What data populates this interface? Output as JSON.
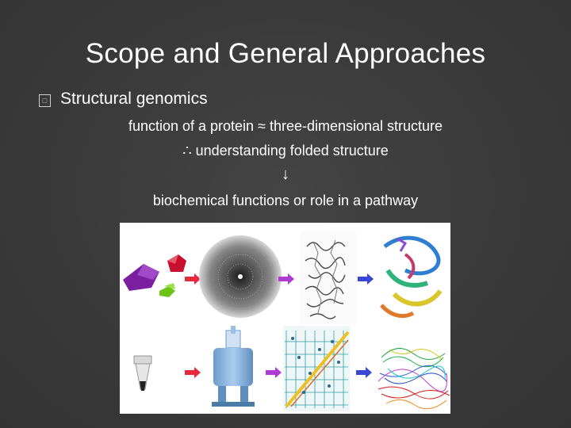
{
  "slide": {
    "title": "Scope and General Approaches",
    "bullet_icon": "square-bullet-icon",
    "bullet_text": "Structural genomics",
    "lines": [
      "function of a protein ≈ three-dimensional structure",
      "∴ understanding folded structure",
      "↓",
      "biochemical functions or role in a pathway"
    ]
  },
  "figure": {
    "top_row": [
      "crystals-image",
      "diffraction-pattern-image",
      "electron-density-image",
      "ribbon-structure-image"
    ],
    "bottom_row": [
      "sample-tube-image",
      "nmr-spectrometer-image",
      "nmr-spectrum-image",
      "nmr-ensemble-image"
    ],
    "colors": {
      "crystal_purple": "#7a1fa0",
      "crystal_red": "#c8102e",
      "crystal_green": "#6cc417",
      "arrow_red": "#e8283c",
      "arrow_purple": "#b03ad6",
      "arrow_blue": "#3a46d6",
      "magnet_blue": "#8fb8e0"
    }
  }
}
